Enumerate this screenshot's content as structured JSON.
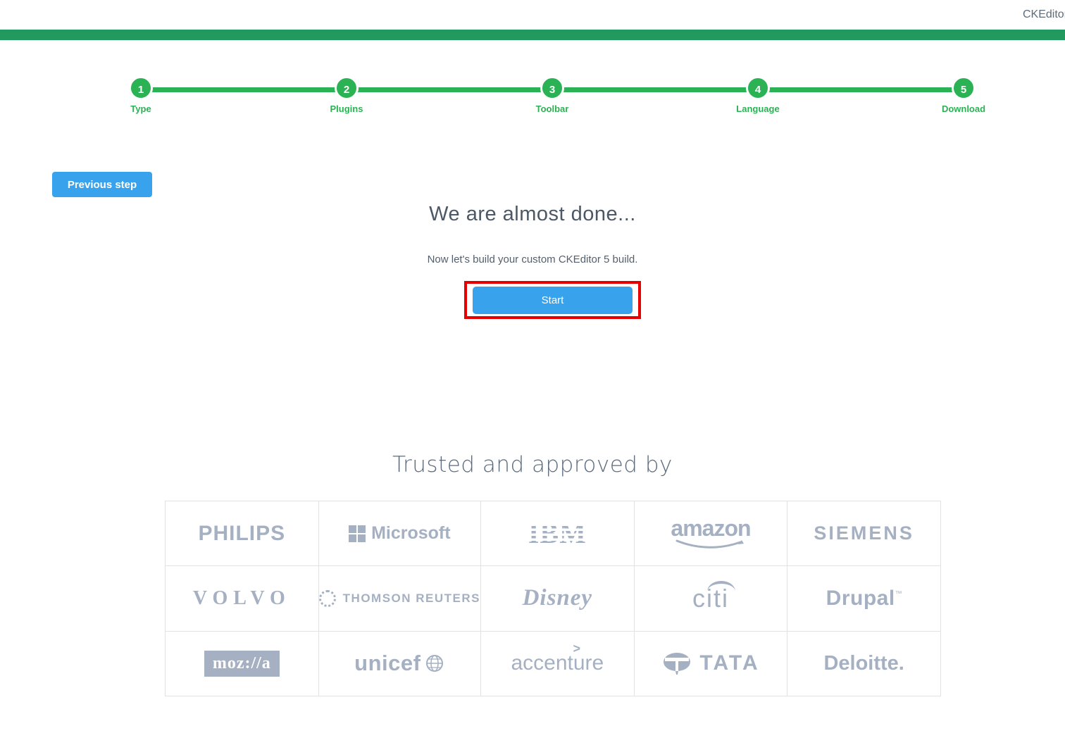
{
  "header": {
    "brand_label": "CKEditor"
  },
  "colors": {
    "top_bar_green": "#21995f",
    "stepper_green": "#2bb254",
    "button_blue": "#38a3ec",
    "annotation_red": "#e60000",
    "logo_gray": "#a5b0c2"
  },
  "stepper": {
    "steps": [
      {
        "number": "1",
        "label": "Type"
      },
      {
        "number": "2",
        "label": "Plugins"
      },
      {
        "number": "3",
        "label": "Toolbar"
      },
      {
        "number": "4",
        "label": "Language"
      },
      {
        "number": "5",
        "label": "Download"
      }
    ]
  },
  "content": {
    "previous_button_label": "Previous step",
    "heading": "We are almost done...",
    "subheading": "Now let's build your custom CKEditor 5 build.",
    "start_button_label": "Start"
  },
  "trusted": {
    "heading": "Trusted and approved by",
    "logos": [
      {
        "name": "philips",
        "text": "PHILIPS"
      },
      {
        "name": "microsoft",
        "text": "Microsoft"
      },
      {
        "name": "ibm",
        "text": "IBM"
      },
      {
        "name": "amazon",
        "text": "amazon"
      },
      {
        "name": "siemens",
        "text": "SIEMENS"
      },
      {
        "name": "volvo",
        "text": "VOLVO"
      },
      {
        "name": "thomson-reuters",
        "text": "THOMSON REUTERS"
      },
      {
        "name": "disney",
        "text": "Disney"
      },
      {
        "name": "citi",
        "text": "citi"
      },
      {
        "name": "drupal",
        "text": "Drupal",
        "suffix": "™"
      },
      {
        "name": "mozilla",
        "text": "moz://a"
      },
      {
        "name": "unicef",
        "text": "unicef"
      },
      {
        "name": "accenture",
        "text": "accenture",
        "arrow": ">"
      },
      {
        "name": "tata",
        "text": "TATA"
      },
      {
        "name": "deloitte",
        "text": "Deloitte."
      }
    ]
  }
}
